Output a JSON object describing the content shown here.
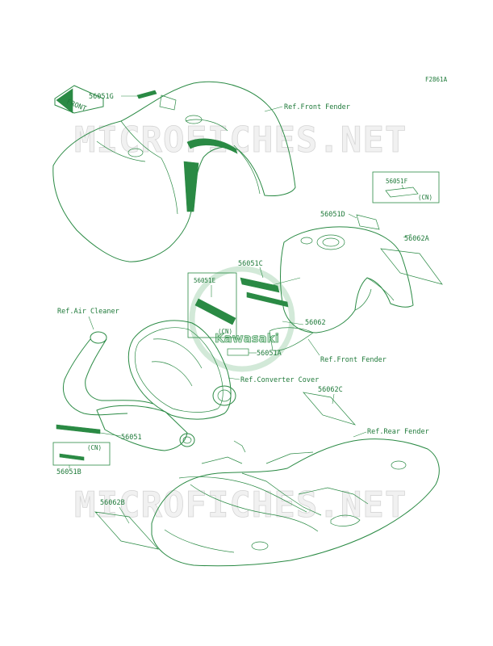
{
  "figure_id": "F2861A",
  "watermark_text": "MICROFICHES.NET",
  "logo_text": "Kawasaki",
  "front_arrow": "FRONT",
  "labels": {
    "p56051G": "56051G",
    "ref_front_fender_top": "Ref.Front Fender",
    "p56051F": "56051F",
    "cn_f": "(CN)",
    "p56051D": "56051D",
    "p56062A": "56062A",
    "p56051C": "56051C",
    "p56051E": "56051E",
    "cn_e": "(CN)",
    "p56062": "56062",
    "ref_front_fender_mid": "Ref.Front Fender",
    "p56051A": "56051A",
    "ref_air_cleaner": "Ref.Air Cleaner",
    "ref_converter_cover": "Ref.Converter Cover",
    "p56062C": "56062C",
    "ref_rear_fender": "Ref.Rear Fender",
    "p56051": "56051",
    "cn_b": "(CN)",
    "p56051B": "56051B",
    "p56062B": "56062B"
  },
  "colors": {
    "line": "#2a8a44",
    "label": "#1f7a3a",
    "watermark": "#e6e6e6"
  }
}
